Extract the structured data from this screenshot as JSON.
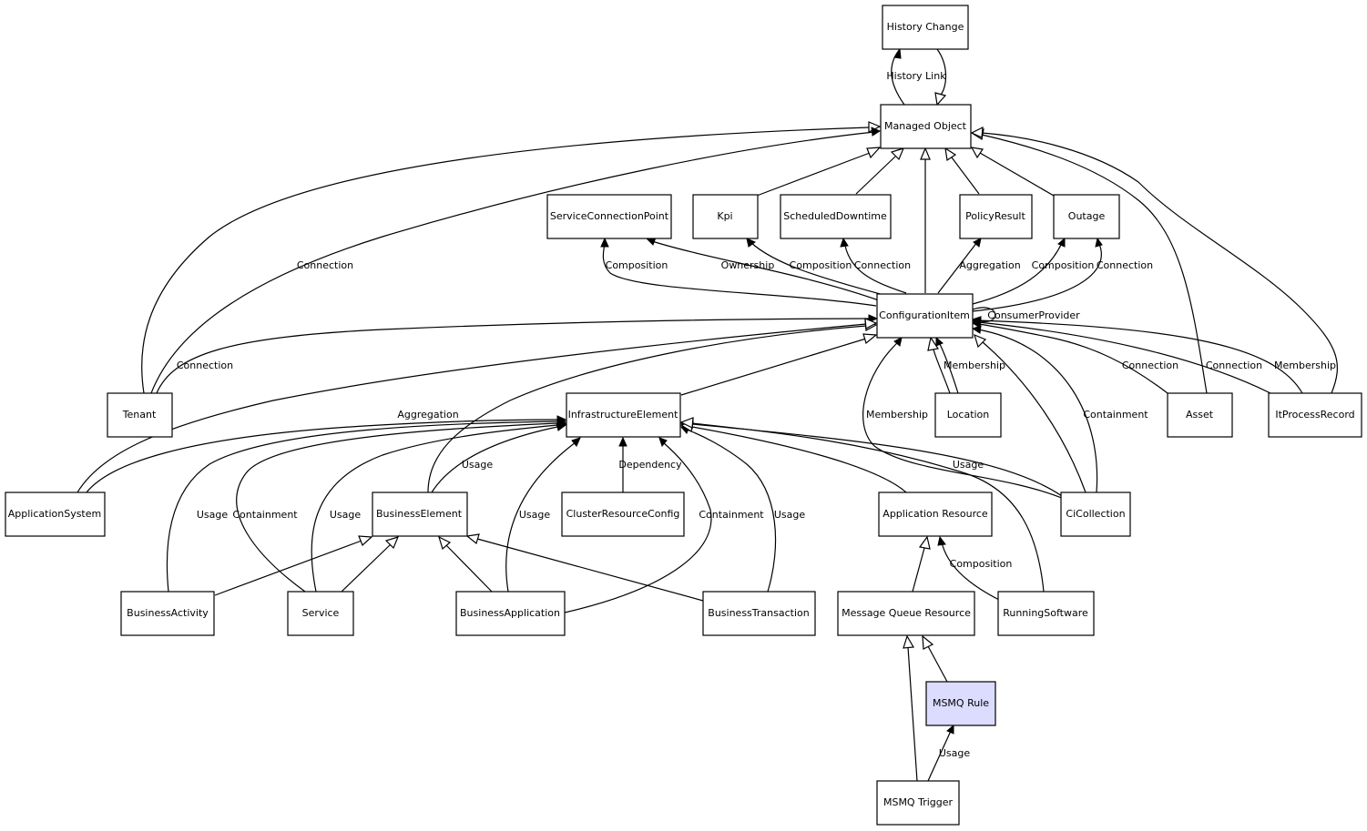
{
  "nodes": {
    "history_change": "History Change",
    "managed_object": "Managed Object",
    "service_connection_point": "ServiceConnectionPoint",
    "kpi": "Kpi",
    "scheduled_downtime": "ScheduledDowntime",
    "policy_result": "PolicyResult",
    "outage": "Outage",
    "configuration_item": "ConfigurationItem",
    "tenant": "Tenant",
    "infrastructure_element": "InfrastructureElement",
    "location": "Location",
    "asset": "Asset",
    "it_process_record": "ItProcessRecord",
    "application_system": "ApplicationSystem",
    "business_element": "BusinessElement",
    "cluster_resource_config": "ClusterResourceConfig",
    "application_resource": "Application Resource",
    "ci_collection": "CiCollection",
    "business_activity": "BusinessActivity",
    "service": "Service",
    "business_application": "BusinessApplication",
    "business_transaction": "BusinessTransaction",
    "message_queue_resource": "Message Queue Resource",
    "running_software": "RunningSoftware",
    "msmq_rule": "MSMQ Rule",
    "msmq_trigger": "MSMQ Trigger"
  },
  "edge_labels": {
    "history_link": "History Link",
    "tenant_mo_connection": "Connection",
    "tenant_ci_connection": "Connection",
    "scp_composition": "Composition",
    "scp_ownership": "Ownership",
    "kpi_composition": "Composition",
    "downtime_connection": "Connection",
    "policy_aggregation": "Aggregation",
    "outage_composition": "Composition",
    "outage_connection": "Connection",
    "consumer_provider": "ConsumerProvider",
    "location_membership": "Membership",
    "asset_connection": "Connection",
    "itprocess_connection": "Connection",
    "itprocess_membership": "Membership",
    "appsystem_aggregation": "Aggregation",
    "cicollection_membership": "Membership",
    "cicollection_containment": "Containment",
    "cicollection_usage": "Usage",
    "be_usage": "Usage",
    "cluster_dependency": "Dependency",
    "activity_usage": "Usage",
    "service_containment": "Containment",
    "service_usage": "Usage",
    "bapp_usage": "Usage",
    "bapp_containment": "Containment",
    "btrans_usage": "Usage",
    "running_composition": "Composition",
    "trigger_usage": "Usage"
  },
  "colors": {
    "highlight_fill": "#dcdcff",
    "line": "#000000",
    "background": "#ffffff"
  }
}
